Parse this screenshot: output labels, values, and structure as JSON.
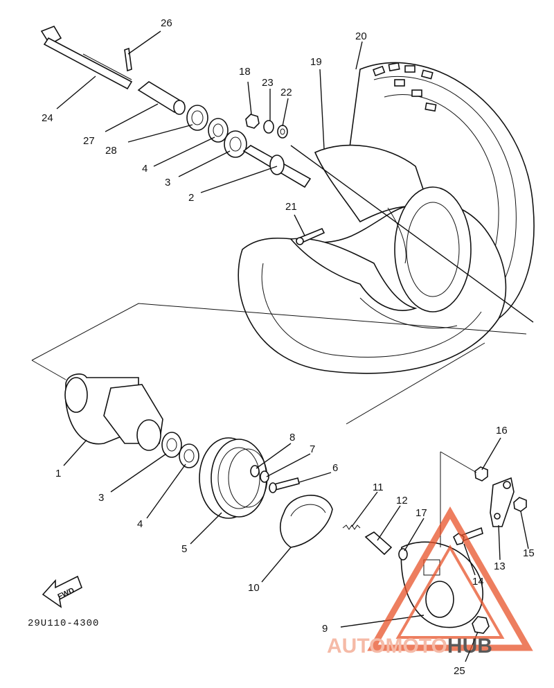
{
  "diagram": {
    "drawing_code": "29U110-4300",
    "fwd_label": "FWD",
    "watermark": {
      "part1": "AUTOMOTO",
      "part2": "HUB",
      "color1": "#f2a48a",
      "color2": "#222222"
    },
    "callouts": [
      {
        "id": "c1",
        "num": "1"
      },
      {
        "id": "c2",
        "num": "2"
      },
      {
        "id": "c3a",
        "num": "3"
      },
      {
        "id": "c3b",
        "num": "3"
      },
      {
        "id": "c4a",
        "num": "4"
      },
      {
        "id": "c4b",
        "num": "4"
      },
      {
        "id": "c5",
        "num": "5"
      },
      {
        "id": "c6",
        "num": "6"
      },
      {
        "id": "c7",
        "num": "7"
      },
      {
        "id": "c8",
        "num": "8"
      },
      {
        "id": "c9",
        "num": "9"
      },
      {
        "id": "c10",
        "num": "10"
      },
      {
        "id": "c11",
        "num": "11"
      },
      {
        "id": "c12",
        "num": "12"
      },
      {
        "id": "c13",
        "num": "13"
      },
      {
        "id": "c14",
        "num": "14"
      },
      {
        "id": "c15",
        "num": "15"
      },
      {
        "id": "c16",
        "num": "16"
      },
      {
        "id": "c17",
        "num": "17"
      },
      {
        "id": "c18",
        "num": "18"
      },
      {
        "id": "c19",
        "num": "19"
      },
      {
        "id": "c20",
        "num": "20"
      },
      {
        "id": "c21",
        "num": "21"
      },
      {
        "id": "c22",
        "num": "22"
      },
      {
        "id": "c23",
        "num": "23"
      },
      {
        "id": "c24",
        "num": "24"
      },
      {
        "id": "c25",
        "num": "25"
      },
      {
        "id": "c26",
        "num": "26"
      },
      {
        "id": "c27",
        "num": "27"
      },
      {
        "id": "c28",
        "num": "28"
      }
    ]
  }
}
